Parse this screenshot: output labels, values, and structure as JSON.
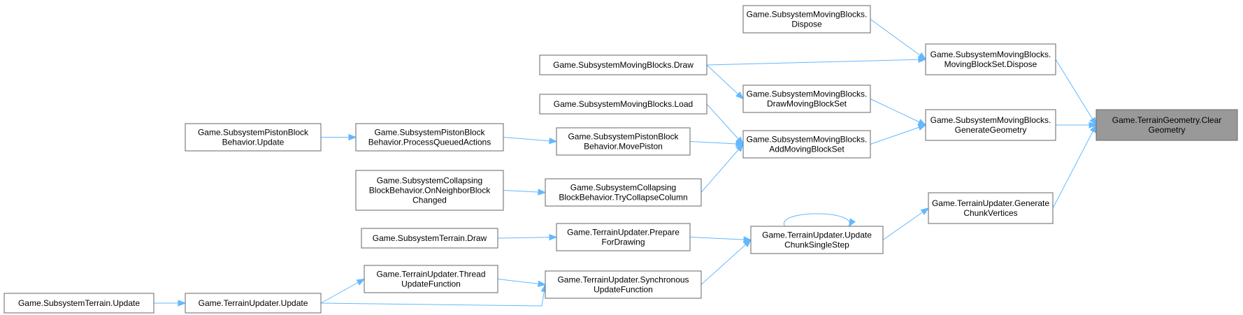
{
  "graph": {
    "nodes": [
      {
        "id": "n0",
        "lines": [
          "Game.TerrainGeometry.Clear",
          "Geometry"
        ],
        "focus": true
      },
      {
        "id": "n1",
        "lines": [
          "Game.SubsystemMovingBlocks.",
          "GenerateGeometry"
        ]
      },
      {
        "id": "n2",
        "lines": [
          "Game.SubsystemMovingBlocks.",
          "MovingBlockSet.Dispose"
        ]
      },
      {
        "id": "n3",
        "lines": [
          "Game.TerrainUpdater.Generate",
          "ChunkVertices"
        ]
      },
      {
        "id": "n4",
        "lines": [
          "Game.SubsystemMovingBlocks.",
          "Dispose"
        ]
      },
      {
        "id": "n5",
        "lines": [
          "Game.SubsystemMovingBlocks.Draw"
        ]
      },
      {
        "id": "n6",
        "lines": [
          "Game.SubsystemMovingBlocks.",
          "DrawMovingBlockSet"
        ]
      },
      {
        "id": "n7",
        "lines": [
          "Game.SubsystemMovingBlocks.",
          "AddMovingBlockSet"
        ]
      },
      {
        "id": "n8",
        "lines": [
          "Game.SubsystemMovingBlocks.Load"
        ]
      },
      {
        "id": "n9",
        "lines": [
          "Game.SubsystemPistonBlock",
          "Behavior.MovePiston"
        ]
      },
      {
        "id": "n10",
        "lines": [
          "Game.SubsystemCollapsing",
          "BlockBehavior.TryCollapseColumn"
        ]
      },
      {
        "id": "n11",
        "lines": [
          "Game.SubsystemPistonBlock",
          "Behavior.ProcessQueuedActions"
        ]
      },
      {
        "id": "n12",
        "lines": [
          "Game.SubsystemPistonBlock",
          "Behavior.Update"
        ]
      },
      {
        "id": "n13",
        "lines": [
          "Game.SubsystemCollapsing",
          "BlockBehavior.OnNeighborBlock",
          "Changed"
        ]
      },
      {
        "id": "n14",
        "lines": [
          "Game.TerrainUpdater.Update",
          "ChunkSingleStep"
        ]
      },
      {
        "id": "n15",
        "lines": [
          "Game.TerrainUpdater.Prepare",
          "ForDrawing"
        ]
      },
      {
        "id": "n16",
        "lines": [
          "Game.SubsystemTerrain.Draw"
        ]
      },
      {
        "id": "n17",
        "lines": [
          "Game.TerrainUpdater.Synchronous",
          "UpdateFunction"
        ]
      },
      {
        "id": "n18",
        "lines": [
          "Game.TerrainUpdater.Thread",
          "UpdateFunction"
        ]
      },
      {
        "id": "n19",
        "lines": [
          "Game.TerrainUpdater.Update"
        ]
      },
      {
        "id": "n20",
        "lines": [
          "Game.SubsystemTerrain.Update"
        ]
      }
    ],
    "edges": [
      {
        "from": "n1",
        "to": "n0"
      },
      {
        "from": "n2",
        "to": "n0"
      },
      {
        "from": "n3",
        "to": "n0"
      },
      {
        "from": "n4",
        "to": "n2"
      },
      {
        "from": "n5",
        "to": "n2"
      },
      {
        "from": "n6",
        "to": "n1"
      },
      {
        "from": "n7",
        "to": "n1"
      },
      {
        "from": "n5",
        "to": "n6"
      },
      {
        "from": "n8",
        "to": "n7"
      },
      {
        "from": "n9",
        "to": "n7"
      },
      {
        "from": "n10",
        "to": "n7"
      },
      {
        "from": "n11",
        "to": "n9"
      },
      {
        "from": "n12",
        "to": "n11"
      },
      {
        "from": "n13",
        "to": "n10"
      },
      {
        "from": "n14",
        "to": "n3"
      },
      {
        "from": "n14",
        "to": "n14"
      },
      {
        "from": "n15",
        "to": "n14"
      },
      {
        "from": "n17",
        "to": "n14"
      },
      {
        "from": "n16",
        "to": "n15"
      },
      {
        "from": "n18",
        "to": "n17"
      },
      {
        "from": "n19",
        "to": "n17"
      },
      {
        "from": "n19",
        "to": "n18"
      },
      {
        "from": "n20",
        "to": "n19"
      }
    ]
  }
}
